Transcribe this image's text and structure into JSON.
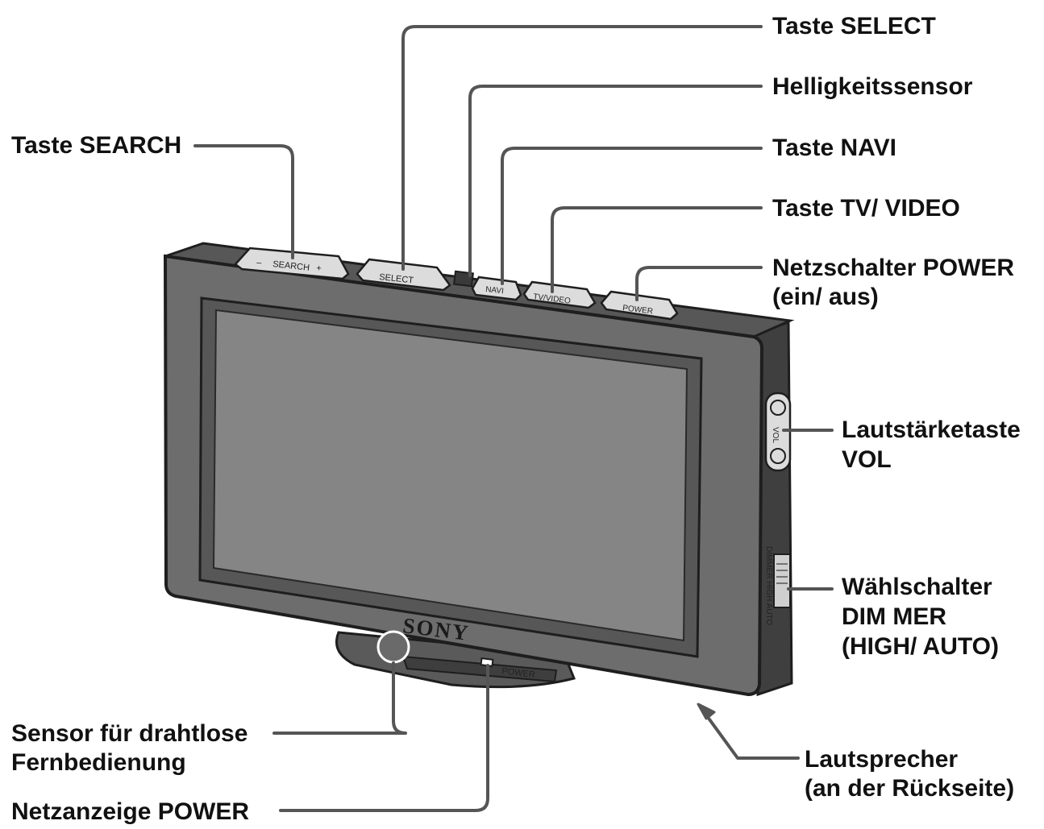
{
  "colors": {
    "body": "#6d6d6d",
    "body_dark": "#4a4a4a",
    "screen": "#808080",
    "bezel_edge": "#2a2a2a",
    "button": "#dcdcdc",
    "leader": "#555555",
    "text": "#111111"
  },
  "labels": {
    "select": "Taste SELECT",
    "brightness_sensor": "Helligkeitssensor",
    "search": "Taste SEARCH",
    "navi": "Taste NAVI",
    "tv_video": "Taste TV/ VIDEO",
    "power_switch_line1": "Netzschalter POWER",
    "power_switch_line2": "(ein/ aus)",
    "vol_line1": "Lautstärketaste",
    "vol_line2": "VOL",
    "dimmer_line1": "Wählschalter",
    "dimmer_line2": "DIM MER",
    "dimmer_line3": "(HIGH/ AUTO)",
    "remote_sensor_line1": "Sensor für drahtlose",
    "remote_sensor_line2": "Fernbedienung",
    "power_indicator": "Netzanzeige POWER",
    "speaker_line1": "Lautsprecher",
    "speaker_line2": "(an der Rückseite)"
  },
  "device": {
    "brand": "SONY",
    "button_search": "SEARCH",
    "button_search_minus": "–",
    "button_search_plus": "+",
    "button_select": "SELECT",
    "button_navi": "NAVI",
    "button_tv_video": "TV/VIDEO",
    "button_power": "POWER",
    "vol_label": "VOL",
    "dimmer_label": "DIMMER HIGH AUTO",
    "power_led_label": "POWER"
  }
}
